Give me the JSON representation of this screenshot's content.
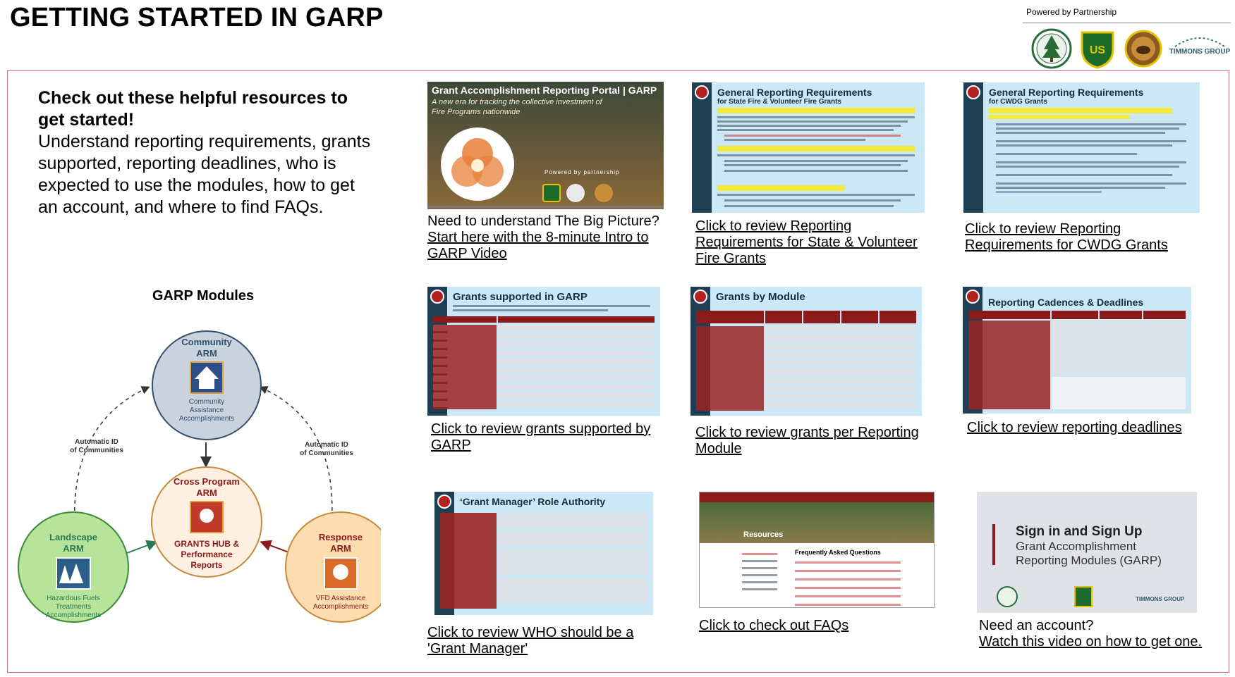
{
  "page": {
    "title": "GETTING STARTED IN GARP",
    "powered_by": "Powered by Partnership",
    "partner_logos": [
      "leaf-seal-icon",
      "forest-service-shield-icon",
      "bison-seal-icon",
      "timmons-group-logo"
    ],
    "timmons_text": "TIMMONS GROUP"
  },
  "intro": {
    "heading": "Check out these helpful resources to get started!",
    "body": "Understand reporting requirements, grants supported, reporting deadlines, who is expected to use the modules, how to get an account, and where to find FAQs."
  },
  "video_thumb": {
    "title": "Grant Accomplishment Reporting Portal | GARP",
    "subtitle": "A new era for tracking the collective investment of Fire Programs nationwide",
    "powered": "Powered by partnership"
  },
  "resources": {
    "intro_video": {
      "lead": "Need to understand The Big Picture?",
      "link": "Start here with the 8-minute Intro to GARP Video"
    },
    "state_req": {
      "link": "Click to review Reporting Requirements for State & Volunteer Fire Grants",
      "slide_title": "General Reporting Requirements",
      "slide_subtitle": "for State Fire & Volunteer Fire Grants"
    },
    "cwdg_req": {
      "link": "Click to review Reporting Requirements for CWDG Grants",
      "slide_title": "General Reporting Requirements",
      "slide_subtitle": "for CWDG Grants"
    },
    "grants_supported": {
      "link": "Click to review grants supported by GARP",
      "slide_title": "Grants supported in GARP"
    },
    "grants_module": {
      "link": "Click to review grants per Reporting Module",
      "slide_title": "Grants by Module"
    },
    "deadlines": {
      "link": "Click to review reporting deadlines",
      "slide_title": "Reporting Cadences & Deadlines"
    },
    "grant_manager": {
      "link": "Click to review WHO should be a 'Grant Manager'",
      "slide_title": "‘Grant Manager’ Role Authority"
    },
    "faqs": {
      "link": "Click to check out FAQs",
      "slide_title": "Resources",
      "slide_heading": "Frequently Asked Questions"
    },
    "account": {
      "lead": "Need an account?",
      "link": "Watch this video on how to get one.",
      "slide_title": "Sign in and Sign Up",
      "slide_sub1": "Grant Accomplishment",
      "slide_sub2": "Reporting Modules (GARP)"
    }
  },
  "modules": {
    "title": "GARP Modules",
    "community": {
      "name1": "Community",
      "name2": "ARM",
      "desc1": "Community",
      "desc2": "Assistance",
      "desc3": "Accomplishments"
    },
    "cross": {
      "name1": "Cross Program",
      "name2": "ARM",
      "desc1": "GRANTS HUB &",
      "desc2": "Performance",
      "desc3": "Reports"
    },
    "landscape": {
      "name1": "Landscape",
      "name2": "ARM",
      "desc1": "Hazardous Fuels",
      "desc2": "Treatments",
      "desc3": "Accomplishments"
    },
    "response": {
      "name1": "Response",
      "name2": "ARM",
      "desc1": "VFD Assistance",
      "desc2": "Accomplishments"
    },
    "auto_left1": "Automatic ID",
    "auto_left2": "of Communities",
    "auto_right1": "Automatic ID",
    "auto_right2": "of Communities"
  },
  "colors": {
    "frame": "#c5737a",
    "community_fill": "#c9d3de",
    "cross_fill": "#fdf0e2",
    "landscape_fill": "#b7e39a",
    "response_fill": "#fddcb0",
    "slide_blue": "#cce7f5",
    "dark_red": "#8b1a1a"
  }
}
